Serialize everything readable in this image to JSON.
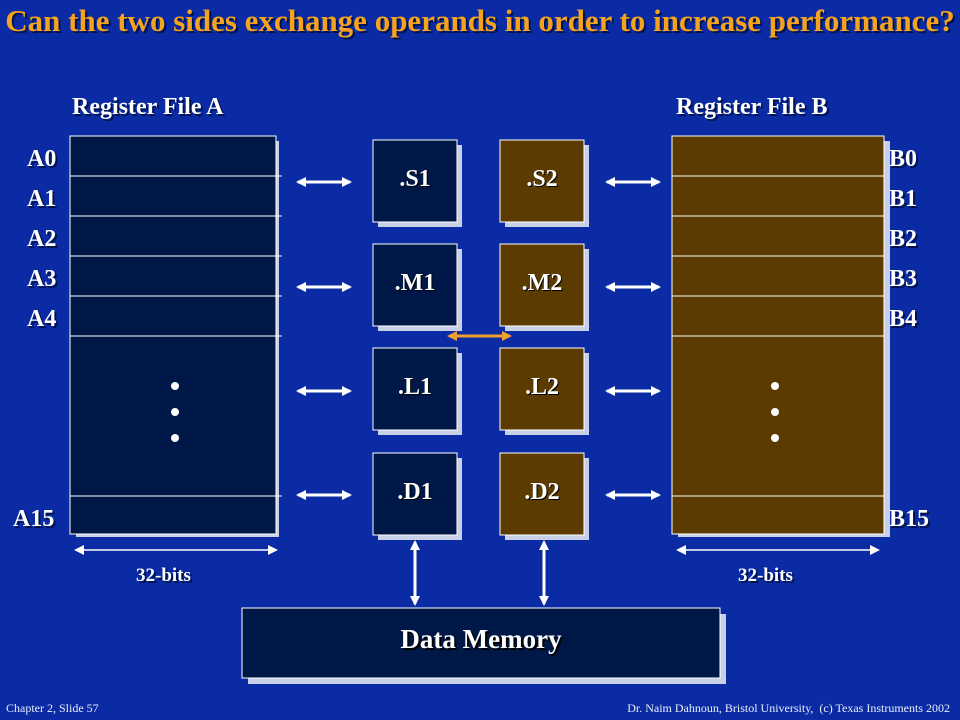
{
  "title": "Can the two sides exchange operands in order to increase performance?",
  "register_file_a": {
    "header": "Register File A",
    "registers": [
      "A0",
      "A1",
      "A2",
      "A3",
      "A4"
    ],
    "last_register": "A15",
    "width_label": "32-bits"
  },
  "register_file_b": {
    "header": "Register File B",
    "registers": [
      "B0",
      "B1",
      "B2",
      "B3",
      "B4"
    ],
    "last_register": "B15",
    "width_label": "32-bits"
  },
  "units_a": [
    ".S1",
    ".M1",
    ".L1",
    ".D1"
  ],
  "units_b": [
    ".S2",
    ".M2",
    ".L2",
    ".D2"
  ],
  "data_memory": "Data Memory",
  "footer": {
    "left": "Chapter 2, Slide 57",
    "right": "Dr. Naim Dahnoun, Bristol University,  (c) Texas Instruments 2002"
  },
  "colors": {
    "background": "#0a2ba3",
    "side_a_fill": "#001848",
    "side_b_fill": "#5c3b00",
    "title": "#f5a21e",
    "cross_path_arrow": "#f0a030",
    "arrow": "#ffffff"
  }
}
